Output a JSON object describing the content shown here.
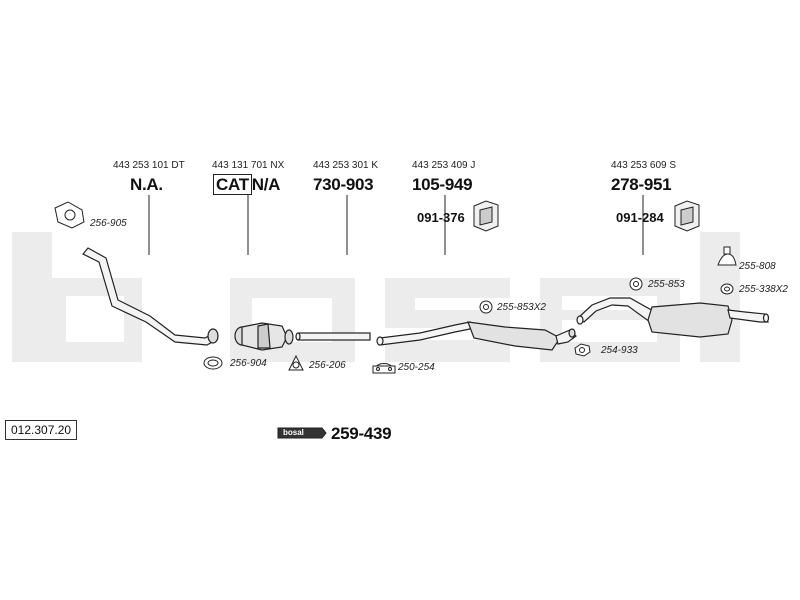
{
  "catalog_number": "012.307.20",
  "columns": [
    {
      "oem": "443 253 101 DT",
      "part": "N.A."
    },
    {
      "oem": "443 131 701 NX",
      "cat": "CAT",
      "part": "N/A"
    },
    {
      "oem": "443 253 301 K",
      "part": "730-903"
    },
    {
      "oem": "443 253 409 J",
      "part": "105-949",
      "sub": "091-376"
    },
    {
      "oem": "443 253 609 S",
      "part": "278-951",
      "sub": "091-284"
    }
  ],
  "fittings": {
    "f1": "256-905",
    "f2": "256-904",
    "f3": "256-206",
    "f4": "250-254",
    "f5": "255-853X2",
    "f6": "254-933",
    "f7": "255-853",
    "f8": "255-808",
    "f9": "255-338X2"
  },
  "kit": {
    "logo": "bosal",
    "number": "259-439"
  },
  "watermark": "bosal",
  "colors": {
    "watermark": "#ececec",
    "line": "#222222",
    "fill": "#cccccc"
  }
}
